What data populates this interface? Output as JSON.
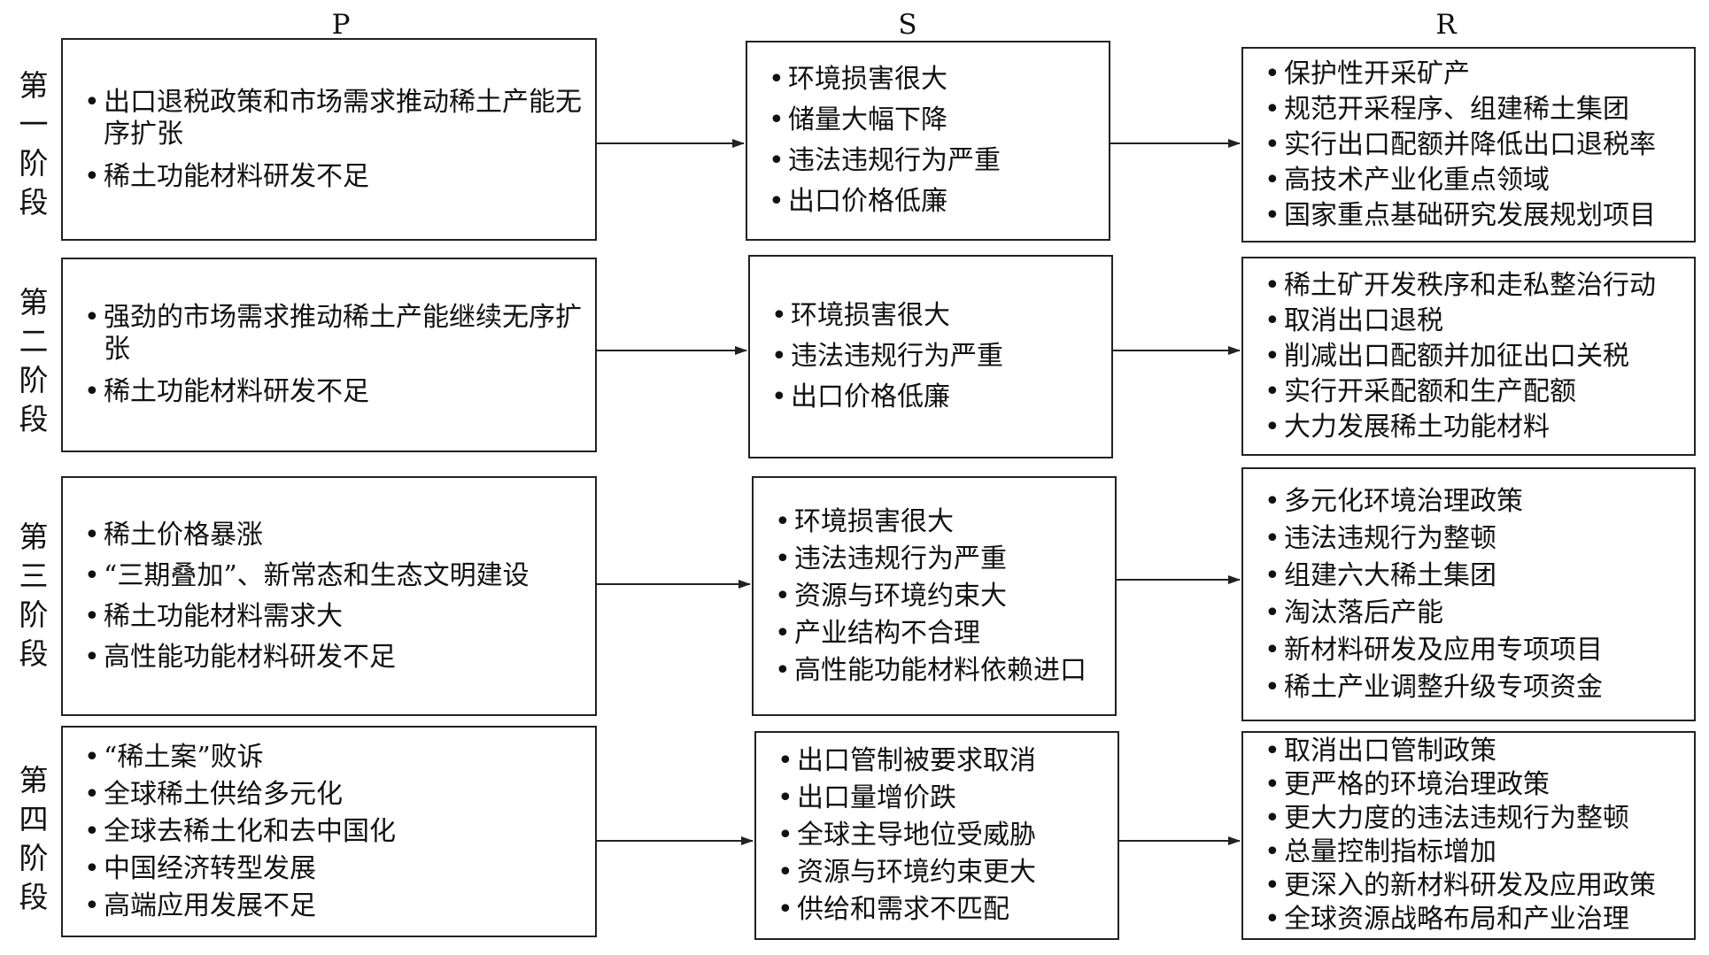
{
  "headers": {
    "p": "P",
    "s": "S",
    "r": "R"
  },
  "stages": [
    {
      "label": [
        "第",
        "一",
        "阶",
        "段"
      ],
      "p": [
        "出口退税政策和市场需求推动稀土产能无序扩张",
        "稀土功能材料研发不足"
      ],
      "s": [
        "环境损害很大",
        "储量大幅下降",
        "违法违规行为严重",
        "出口价格低廉"
      ],
      "r": [
        "保护性开采矿产",
        "规范开采程序、组建稀土集团",
        "实行出口配额并降低出口退税率",
        "高技术产业化重点领域",
        "国家重点基础研究发展规划项目"
      ]
    },
    {
      "label": [
        "第",
        "二",
        "阶",
        "段"
      ],
      "p": [
        "强劲的市场需求推动稀土产能继续无序扩张",
        "稀土功能材料研发不足"
      ],
      "s": [
        "环境损害很大",
        "违法违规行为严重",
        "出口价格低廉"
      ],
      "r": [
        "稀土矿开发秩序和走私整治行动",
        "取消出口退税",
        "削减出口配额并加征出口关税",
        "实行开采配额和生产配额",
        "大力发展稀土功能材料"
      ]
    },
    {
      "label": [
        "第",
        "三",
        "阶",
        "段"
      ],
      "p": [
        "稀土价格暴涨",
        "“三期叠加”、新常态和生态文明建设",
        "稀土功能材料需求大",
        "高性能功能材料研发不足"
      ],
      "s": [
        "环境损害很大",
        "违法违规行为严重",
        "资源与环境约束大",
        "产业结构不合理",
        "高性能功能材料依赖进口"
      ],
      "r": [
        "多元化环境治理政策",
        "违法违规行为整顿",
        "组建六大稀土集团",
        "淘汰落后产能",
        "新材料研发及应用专项项目",
        "稀土产业调整升级专项资金"
      ]
    },
    {
      "label": [
        "第",
        "四",
        "阶",
        "段"
      ],
      "p": [
        "“稀土案”败诉",
        "全球稀土供给多元化",
        "全球去稀土化和去中国化",
        "中国经济转型发展",
        "高端应用发展不足"
      ],
      "s": [
        "出口管制被要求取消",
        "出口量增价跌",
        "全球主导地位受威胁",
        "资源与环境约束更大",
        "供给和需求不匹配"
      ],
      "r": [
        "取消出口管制政策",
        "更严格的环境治理政策",
        "更大力度的违法违规行为整顿",
        "总量控制指标增加",
        "更深入的新材料研发及应用政策",
        "全球资源战略布局和产业治理"
      ]
    }
  ],
  "colors": {
    "line": "#222222",
    "text": "#111111",
    "background": "#ffffff"
  }
}
